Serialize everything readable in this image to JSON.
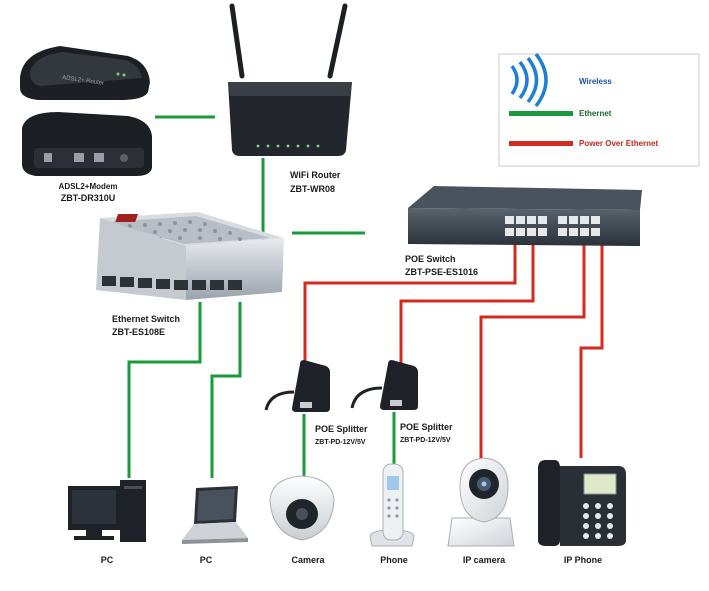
{
  "legend": {
    "wireless": "Wireless",
    "ethernet": "Ethernet",
    "poe": "Power Over Ethernet"
  },
  "colors": {
    "wireless": "#1e7fd6",
    "ethernet": "#1a9a3a",
    "poe": "#d42a1f"
  },
  "devices": {
    "modem": {
      "name": "ADSL2+Modem",
      "model": "ZBT-DR310U",
      "printed_label": "ADSL2+ Router"
    },
    "router": {
      "name": "WiFi Router",
      "model": "ZBT-WR08"
    },
    "ethernet_switch": {
      "name": "Ethernet Switch",
      "model": "ZBT-ES108E"
    },
    "poe_switch": {
      "name": "POE Switch",
      "model": "ZBT-PSE-ES1016"
    },
    "splitter_1": {
      "name": "POE Splitter",
      "model": "ZBT-PD-12V/5V"
    },
    "splitter_2": {
      "name": "POE Splitter",
      "model": "ZBT-PD-12V/5V"
    }
  },
  "endpoints": {
    "pc_1": "PC",
    "pc_2": "PC",
    "camera": "Camera",
    "phone": "Phone",
    "ip_camera": "IP camera",
    "ip_phone": "IP Phone"
  }
}
